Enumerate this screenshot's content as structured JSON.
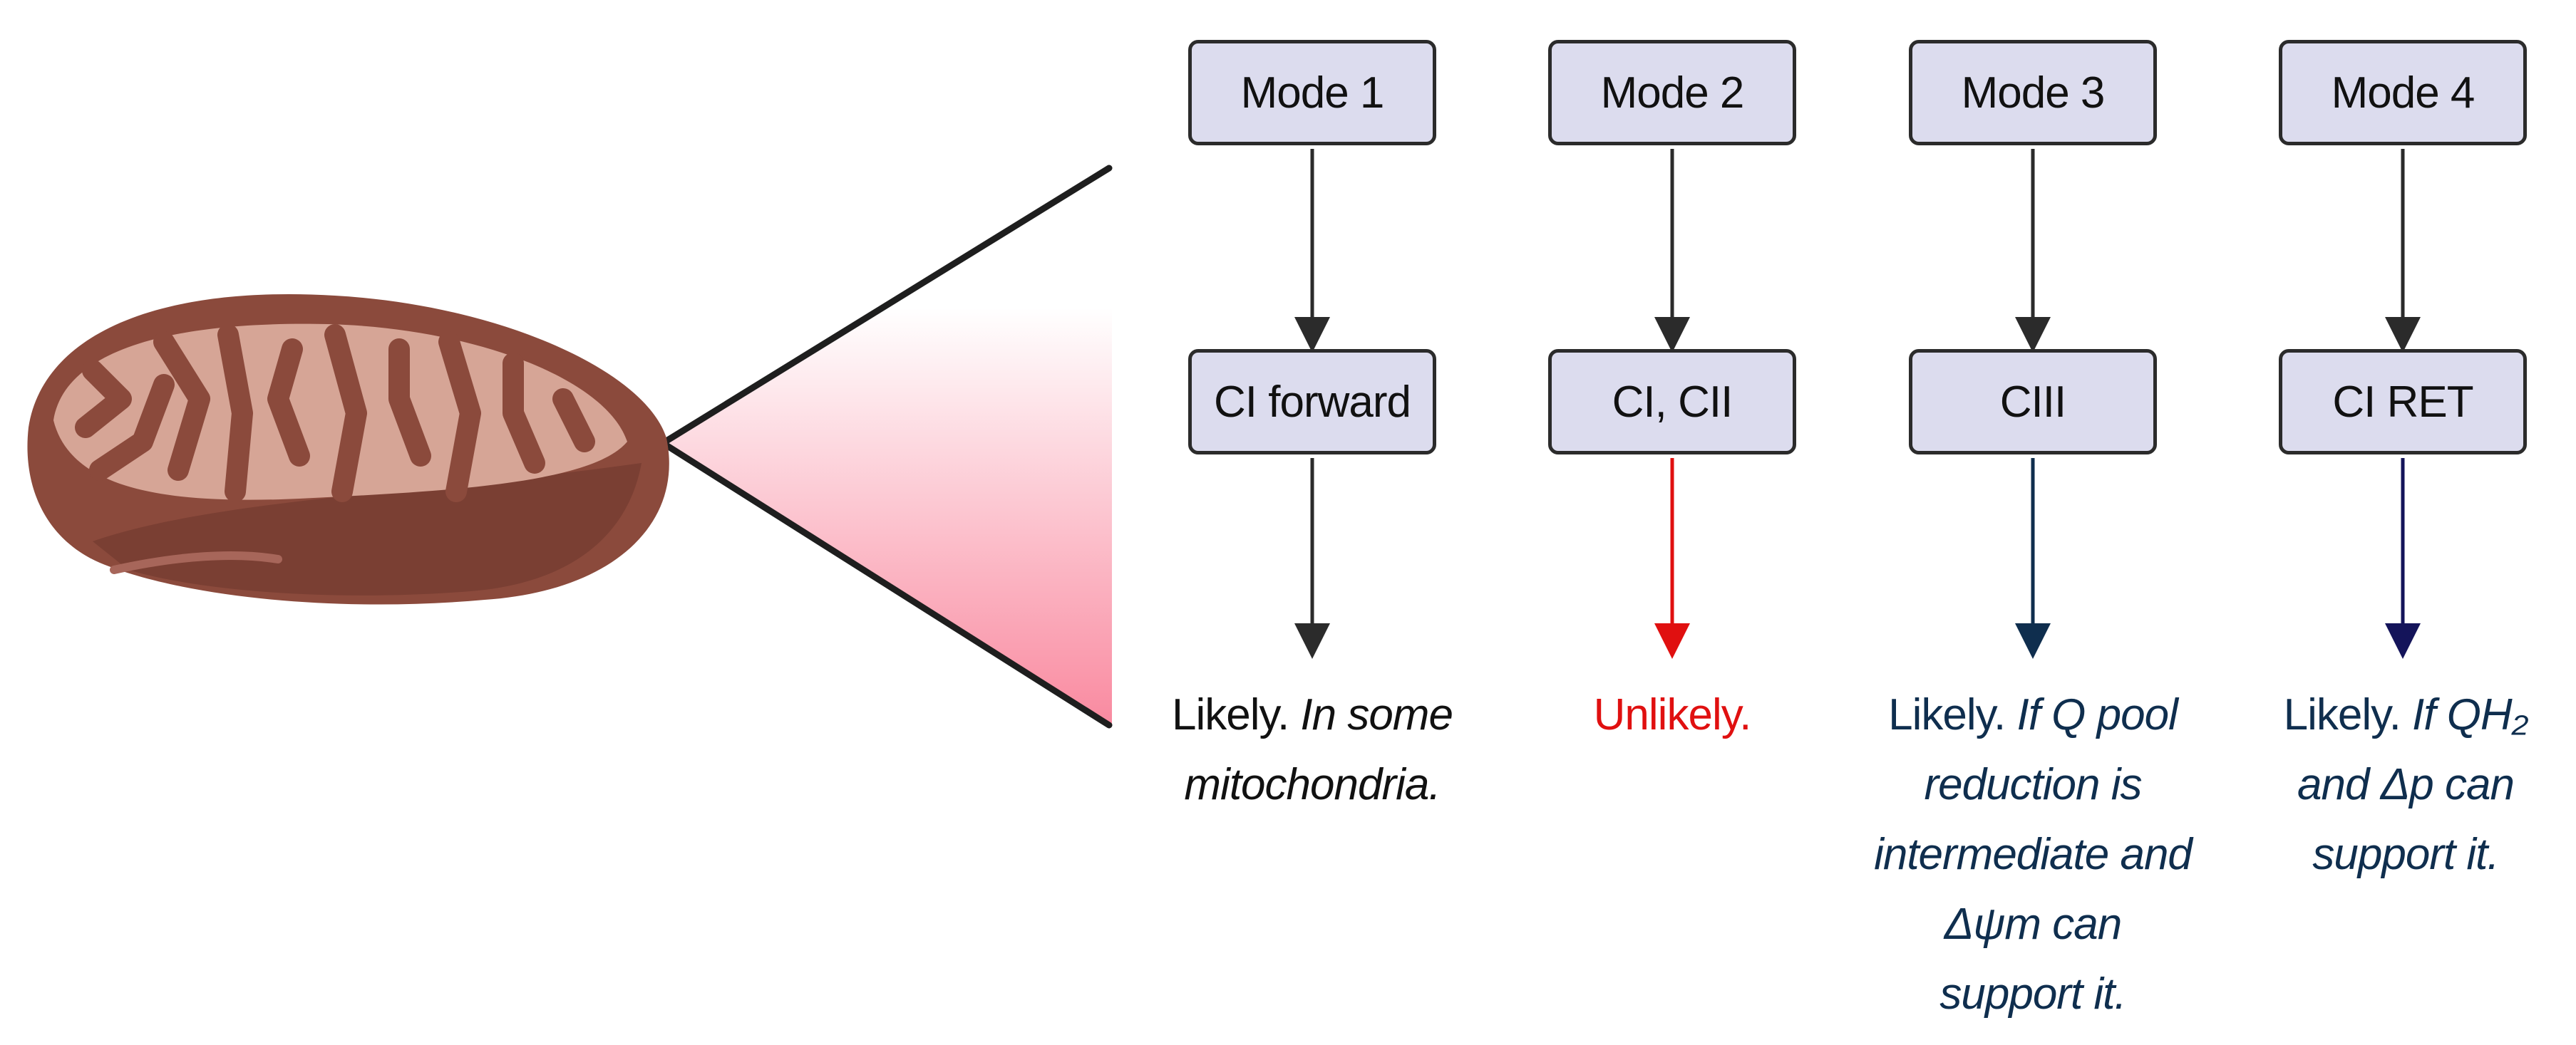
{
  "colors": {
    "box_fill": "#dcdcee",
    "box_border": "#2b2b2b",
    "likely_text": "#111111",
    "unlikely_text": "#e01010",
    "navy_text": "#0f2e4e",
    "arrow_dark": "#2b2b2b",
    "arrow_red": "#e01010",
    "arrow_navy": "#0f2e4e",
    "arrow_indigo": "#14145a",
    "zoom_gradient_top": "#ffffff",
    "zoom_gradient_bottom": "#f98aa0",
    "mito_outer": "#8b4a3c",
    "mito_inner": "#d6a596"
  },
  "illustration": {
    "icon": "mitochondrion-icon"
  },
  "modes": [
    {
      "label": "Mode 1",
      "complex": "CI forward",
      "outcome_lead": "Likely.",
      "outcome_note": [
        " In some",
        "mitochondria."
      ],
      "arrow_color": "dark"
    },
    {
      "label": "Mode 2",
      "complex": "CI, CII",
      "outcome_lead": "Unlikely.",
      "outcome_note": [],
      "arrow_color": "red"
    },
    {
      "label": "Mode 3",
      "complex": "CIII",
      "outcome_lead": "Likely.",
      "outcome_note": [
        " If Q pool",
        "reduction is",
        "intermediate and",
        "Δψm can",
        "support it."
      ],
      "arrow_color": "navy"
    },
    {
      "label": "Mode 4",
      "complex": "CI RET",
      "outcome_lead": "Likely.",
      "outcome_note": [
        " If QH₂",
        "and Δp can",
        "support it."
      ],
      "arrow_color": "indigo"
    }
  ]
}
